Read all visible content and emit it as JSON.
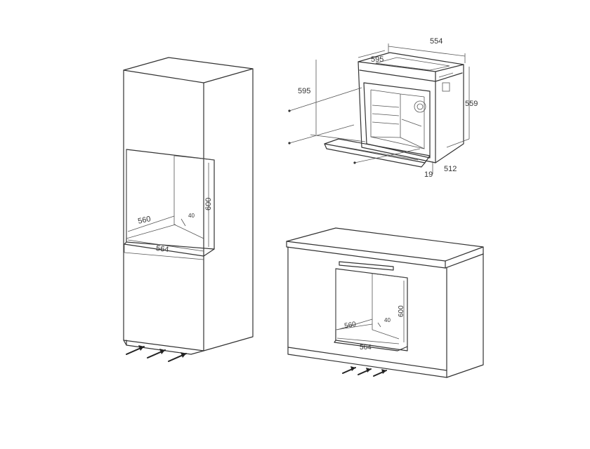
{
  "tall_cabinet": {
    "niche_width_top": "560",
    "niche_gap": "40",
    "niche_height": "600",
    "niche_width_bottom": "564"
  },
  "oven": {
    "width_top": "554",
    "front_width": "595",
    "front_height": "595",
    "height": "559",
    "depth": "512",
    "door_offset": "19"
  },
  "under_counter": {
    "niche_width_top": "560",
    "niche_gap": "40",
    "niche_height": "600",
    "niche_width_bottom": "564"
  }
}
